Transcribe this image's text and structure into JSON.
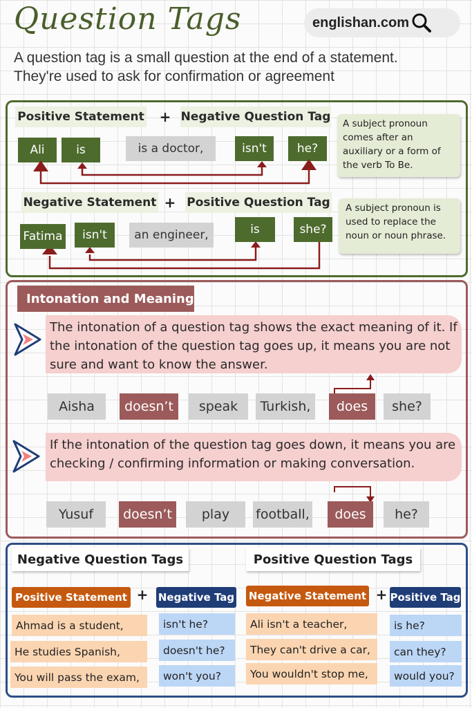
{
  "header": {
    "title": "Question Tags",
    "site": "englishan.com",
    "intro_line1": "A question tag is a small question at the end of a statement.",
    "intro_line2": "They're used to ask for confirmation or agreement"
  },
  "section1": {
    "row1": {
      "label_left": "Positive Statement",
      "plus": "+",
      "label_right": "Negative Question Tag",
      "words": [
        "Ali",
        "is",
        "is a doctor,",
        "isn't",
        "he?"
      ],
      "note": "A subject pronoun comes after an auxiliary or a form of the verb To Be."
    },
    "row2": {
      "label_left": "Negative Statement",
      "plus": "+",
      "label_right": "Positive Question Tag",
      "words": [
        "Fatima",
        "isn't",
        "an engineer,",
        "is",
        "she?"
      ],
      "note": "A subject pronoun is used to replace the noun or noun phrase."
    }
  },
  "section2": {
    "title": "Intonation and Meaning",
    "text1": "The intonation of a question tag shows the exact meaning of it. If the intonation of the question tag goes up, it means you are not sure and want to know the answer.",
    "example1": [
      "Aisha",
      "doesn’t",
      "speak",
      "Turkish,",
      "does",
      "she?"
    ],
    "text2": "If the intonation of the question tag goes down, it means you are checking / confirming information or making conversation.",
    "example2": [
      "Yusuf",
      "doesn’t",
      "play",
      "football,",
      "does",
      "he?"
    ]
  },
  "section3": {
    "left": {
      "title": "Negative Question Tags",
      "statement_label": "Positive Statement",
      "plus": "+",
      "tag_label": "Negative Tag",
      "rows": [
        {
          "statement": "Ahmad is a student,",
          "tag": "isn't he?"
        },
        {
          "statement": "He studies Spanish,",
          "tag": "doesn't he?"
        },
        {
          "statement": "You will pass the exam,",
          "tag": "won't you?"
        }
      ]
    },
    "right": {
      "title": "Positive Question Tags",
      "statement_label": "Negative Statement",
      "plus": "+",
      "tag_label": "Positive Tag",
      "rows": [
        {
          "statement": "Ali isn't a teacher,",
          "tag": "is he?"
        },
        {
          "statement": "They can't drive a car,",
          "tag": "can they?"
        },
        {
          "statement": "You wouldn't stop me,",
          "tag": "would you?"
        }
      ]
    }
  },
  "colors": {
    "green": "#4e6b2e",
    "maroon": "#9c5a5a",
    "pink": "#f6cfcf",
    "orange": "#c5590f",
    "navy": "#1f3d77"
  }
}
